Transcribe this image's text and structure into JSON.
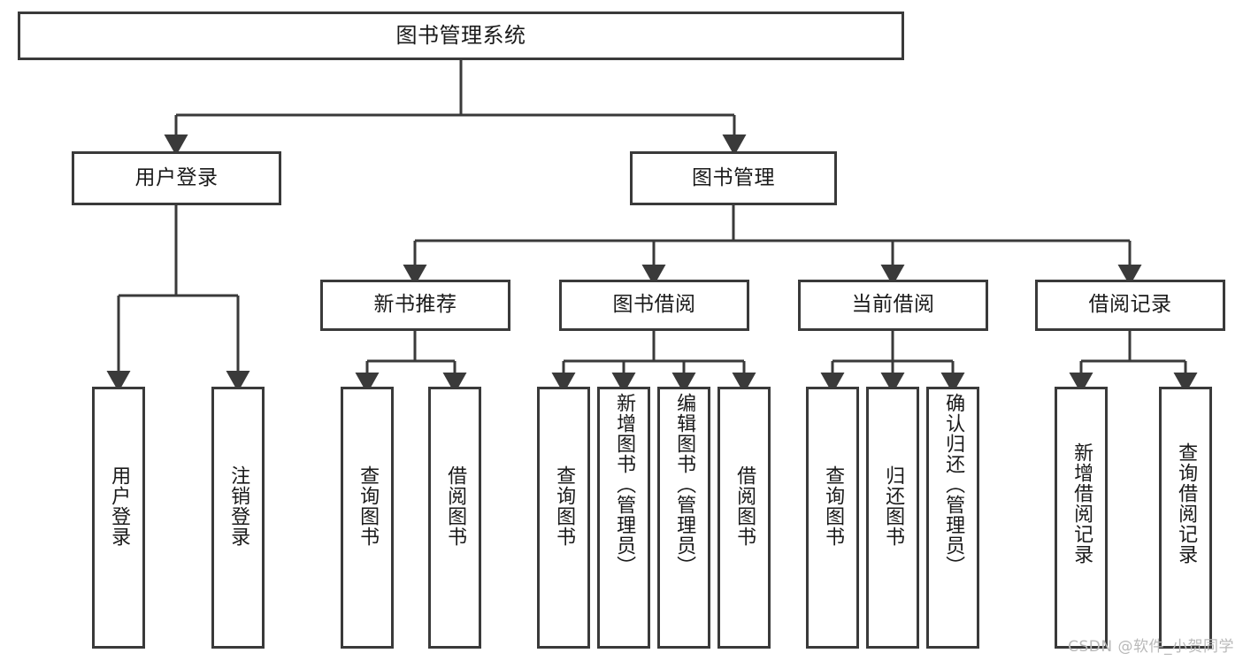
{
  "diagram": {
    "type": "tree-hierarchy-chart",
    "title_text": "图书管理系统",
    "stroke_color": "#3a3a3a",
    "fill_color": "#ffffff",
    "text_color": "#1a1a1a",
    "levels": {
      "root": "图书管理系统",
      "level2": [
        "用户登录",
        "图书管理"
      ],
      "level3": [
        "新书推荐",
        "图书借阅",
        "当前借阅",
        "借阅记录"
      ]
    },
    "nodes": {
      "root": {
        "label": "图书管理系统"
      },
      "user_login": {
        "label": "用户登录"
      },
      "book_manage": {
        "label": "图书管理"
      },
      "new_book_rec": {
        "label": "新书推荐"
      },
      "book_borrow": {
        "label": "图书借阅"
      },
      "current_borrow": {
        "label": "当前借阅"
      },
      "borrow_record": {
        "label": "借阅记录"
      }
    },
    "leaves": {
      "user_login": [
        {
          "label": "用户登录"
        },
        {
          "label": "注销登录"
        }
      ],
      "new_book_rec": [
        {
          "label": "查询图书"
        },
        {
          "label": "借阅图书"
        }
      ],
      "book_borrow": [
        {
          "label": "查询图书"
        },
        {
          "label": "新增图书（管理员）"
        },
        {
          "label": "编辑图书（管理员）"
        },
        {
          "label": "借阅图书"
        }
      ],
      "current_borrow": [
        {
          "label": "查询图书"
        },
        {
          "label": "归还图书"
        },
        {
          "label": "确认归还（管理员）"
        }
      ],
      "borrow_record": [
        {
          "label": "新增借阅记录"
        },
        {
          "label": "查询借阅记录"
        }
      ]
    }
  },
  "watermark": {
    "text": "CSDN @软件_小贺同学"
  }
}
